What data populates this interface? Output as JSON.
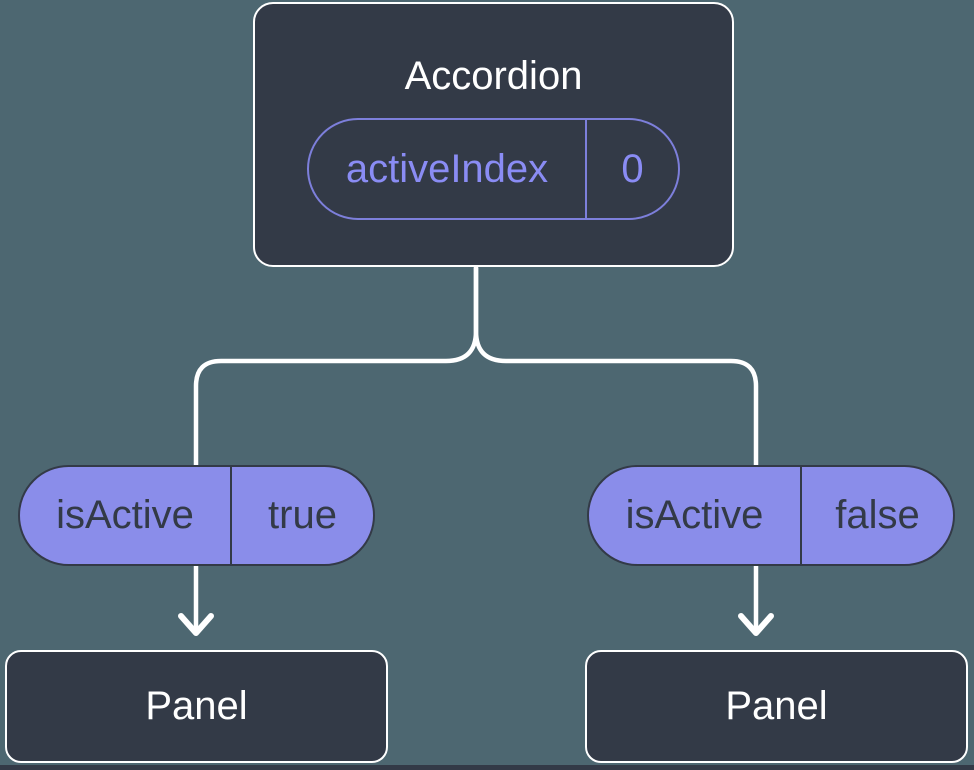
{
  "colors": {
    "bg": "#4d6771",
    "node-fill": "#333a47",
    "node-border": "#ffffff",
    "node-text": "#ffffff",
    "pill-fill": "#8a8dea",
    "pill-text": "#333a47",
    "state-outline": "#7d7fdb",
    "state-text": "#8a8cf4",
    "connector": "#ffffff"
  },
  "tree": {
    "root": {
      "title": "Accordion",
      "state": {
        "label": "activeIndex",
        "value": "0"
      }
    },
    "branches": [
      {
        "prop": {
          "label": "isActive",
          "value": "true"
        },
        "child": {
          "title": "Panel"
        }
      },
      {
        "prop": {
          "label": "isActive",
          "value": "false"
        },
        "child": {
          "title": "Panel"
        }
      }
    ]
  }
}
